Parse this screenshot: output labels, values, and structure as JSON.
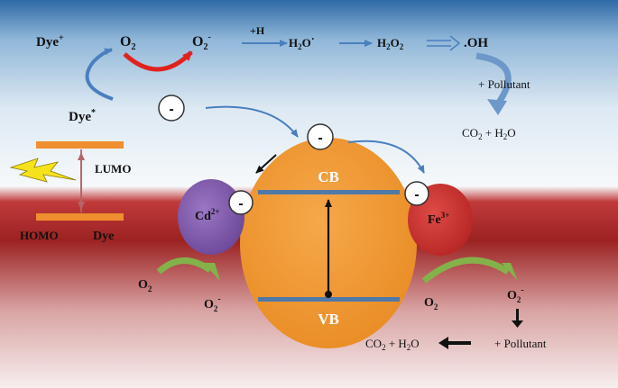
{
  "colors": {
    "sky_top": "#2e6aa5",
    "sky_mid": "#d9e8f3",
    "ground_top": "#b02a2a",
    "ground_bottom": "#f4e7e7",
    "semiconductor": "#f19733",
    "band_line": "#4f79a8",
    "cd_particle": "#7b55a8",
    "fe_particle": "#c8312f",
    "dye_level": "#ef8f2f",
    "red_arrow": "#e0221e",
    "blue_arrow": "#4a7fbf",
    "green_arrow": "#84b24a",
    "lightning": "#f6e21a"
  },
  "dye_cycle": {
    "dye_plus": {
      "base": "Dye",
      "sup": "+"
    },
    "o2": {
      "base": "O",
      "sub": "2"
    },
    "o2_minus": {
      "base": "O",
      "sub": "2",
      "sup": "-"
    },
    "dye_star": {
      "base": "Dye",
      "sup": "*"
    },
    "electron": "-"
  },
  "radical_chain": {
    "plus_h": "+H",
    "h2o_radical": {
      "b1": "H",
      "s1": "2",
      "b2": "O",
      "sup": "·"
    },
    "h2o2": {
      "b1": "H",
      "s1": "2",
      "b2": "O",
      "s2": "2"
    },
    "oh_radical": ".OH",
    "plus_pollutant": "+ Pollutant",
    "products": {
      "b1": "CO",
      "s1": "2",
      "b2": " + H",
      "s2": "2",
      "b3": "O"
    }
  },
  "dye_levels": {
    "lumo": "LUMO",
    "homo": "HOMO",
    "dye": "Dye"
  },
  "semiconductor": {
    "cb": "CB",
    "vb": "VB",
    "cb_electron": "-"
  },
  "cd": {
    "label": {
      "base": "Cd",
      "sup": "2+"
    },
    "electron": "-",
    "o2": {
      "base": "O",
      "sub": "2"
    },
    "o2_minus": {
      "base": "O",
      "sub": "2",
      "sup": "-"
    }
  },
  "fe": {
    "label": {
      "base": "Fe",
      "sup": "3+"
    },
    "electron": "-",
    "o2": {
      "base": "O",
      "sub": "2"
    },
    "o2_minus": {
      "base": "O",
      "sub": "2",
      "sup": "-"
    }
  },
  "bottom_reaction": {
    "products": {
      "b1": "CO",
      "s1": "2",
      "b2": " + H",
      "s2": "2",
      "b3": "O"
    },
    "plus_pollutant": "+ Pollutant"
  }
}
